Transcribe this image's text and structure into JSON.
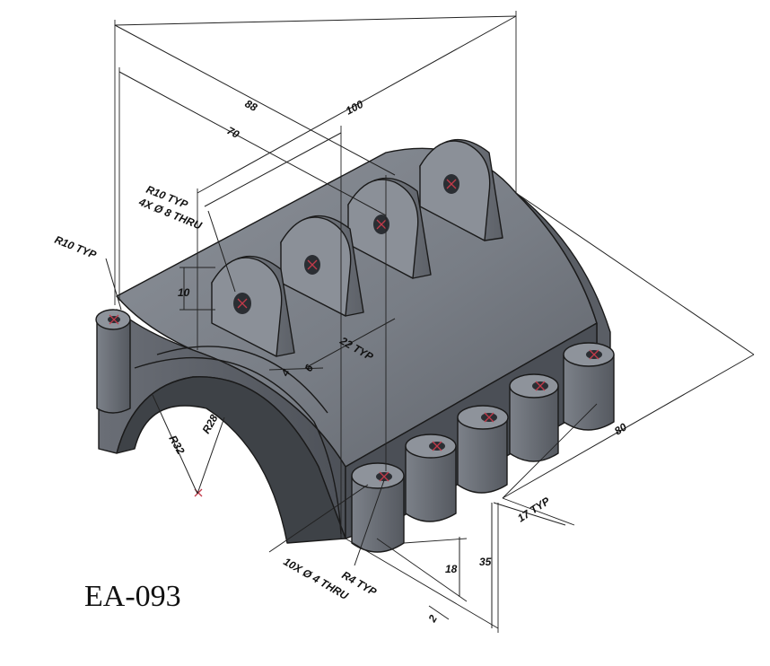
{
  "title": "EA-093",
  "dimensions": {
    "overall_length_outer": "88",
    "overall_length": "100",
    "lug_span": "70",
    "depth": "80",
    "lug_radius": "R10 TYP",
    "lug_holes": "4X Ø 8 THRU",
    "left_radius": "R10 TYP",
    "lug_height": "10",
    "lug_pitch": "22 TYP",
    "lug_thickness": "6",
    "lug_gap": "4",
    "outer_radius": "R32",
    "inner_radius": "R28",
    "foot_pitch": "17 TYP",
    "foot_height": "18",
    "overall_height": "35",
    "foot_offset": "2",
    "foot_radius": "R4 TYP",
    "foot_holes": "10X Ø 4 THRU"
  },
  "colors": {
    "body_light": "#8a8f97",
    "body_mid": "#6f747c",
    "body_dark": "#50545b",
    "edge": "#1a1a1a",
    "hole_mark": "#c23a4a"
  }
}
